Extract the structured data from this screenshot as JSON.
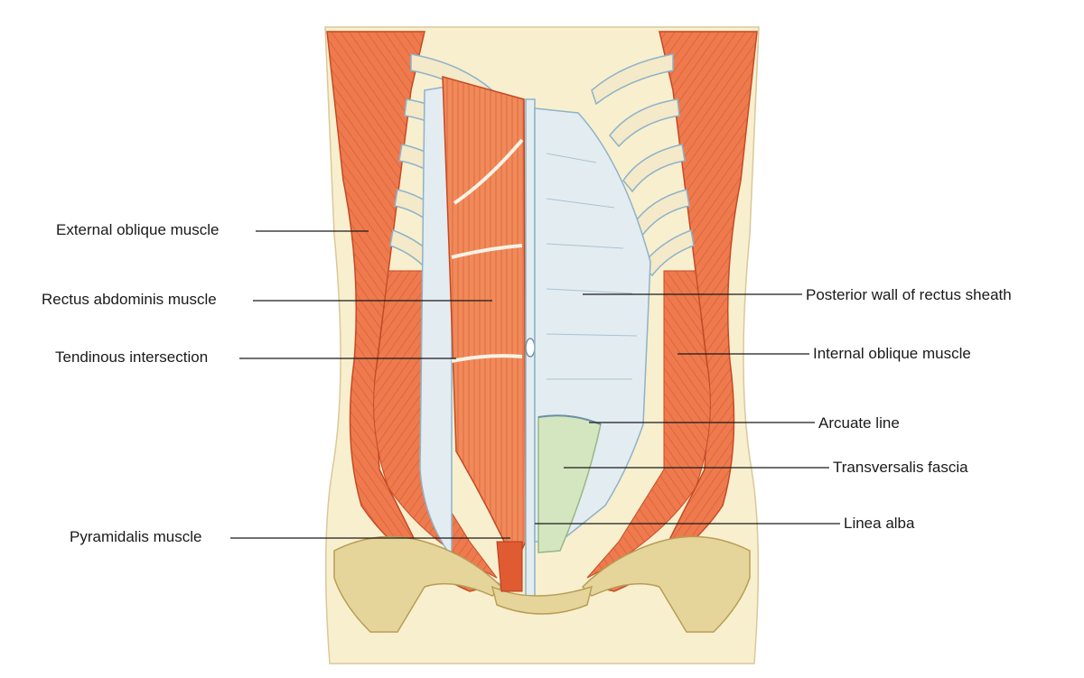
{
  "diagram": {
    "labels": {
      "external_oblique": "External oblique muscle",
      "rectus_abdominis": "Rectus abdominis muscle",
      "tendinous_intersection": "Tendinous intersection",
      "pyramidalis": "Pyramidalis muscle",
      "posterior_wall": "Posterior wall of rectus sheath",
      "internal_oblique": "Internal oblique muscle",
      "arcuate_line": "Arcuate line",
      "transversalis_fascia": "Transversalis fascia",
      "linea_alba": "Linea alba"
    },
    "colors": {
      "skin": "#f8efcf",
      "muscle": "#ee7a4e",
      "muscle_dark": "#d85a34",
      "fascia": "#e3ecf1",
      "sheath_edge": "#8db3c8",
      "bone": "#e6d59a",
      "cartilage": "#f4e9c9",
      "transversalis": "#d4e6bf"
    }
  }
}
